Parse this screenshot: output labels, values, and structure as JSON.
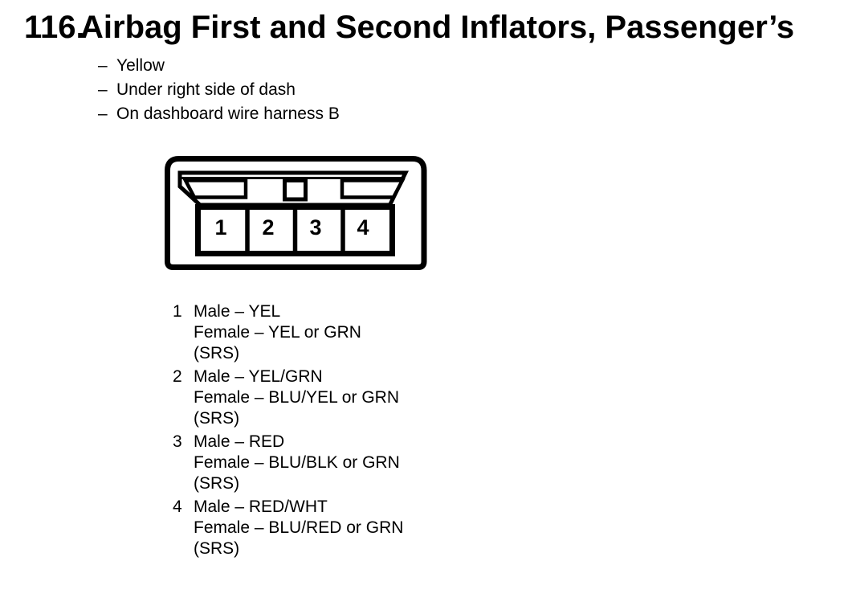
{
  "heading": {
    "number": "116.",
    "title": "Airbag First and Second Inflators, Passenger’s"
  },
  "details": [
    {
      "dash": "–",
      "text": "Yellow"
    },
    {
      "dash": "–",
      "text": "Under right side of dash"
    },
    {
      "dash": "–",
      "text": "On dashboard wire harness B"
    }
  ],
  "connector": {
    "cavity_labels": [
      "1",
      "2",
      "3",
      "4"
    ]
  },
  "pins": [
    {
      "number": "1",
      "lines": [
        "Male – YEL",
        "Female – YEL or GRN",
        "(SRS)"
      ]
    },
    {
      "number": "2",
      "lines": [
        "Male – YEL/GRN",
        "Female – BLU/YEL or GRN",
        "(SRS)"
      ]
    },
    {
      "number": "3",
      "lines": [
        "Male – RED",
        "Female – BLU/BLK or GRN",
        "(SRS)"
      ]
    },
    {
      "number": "4",
      "lines": [
        "Male – RED/WHT",
        "Female – BLU/RED or GRN",
        "(SRS)"
      ]
    }
  ],
  "colors": {
    "ink": "#000000",
    "paper": "#ffffff"
  }
}
